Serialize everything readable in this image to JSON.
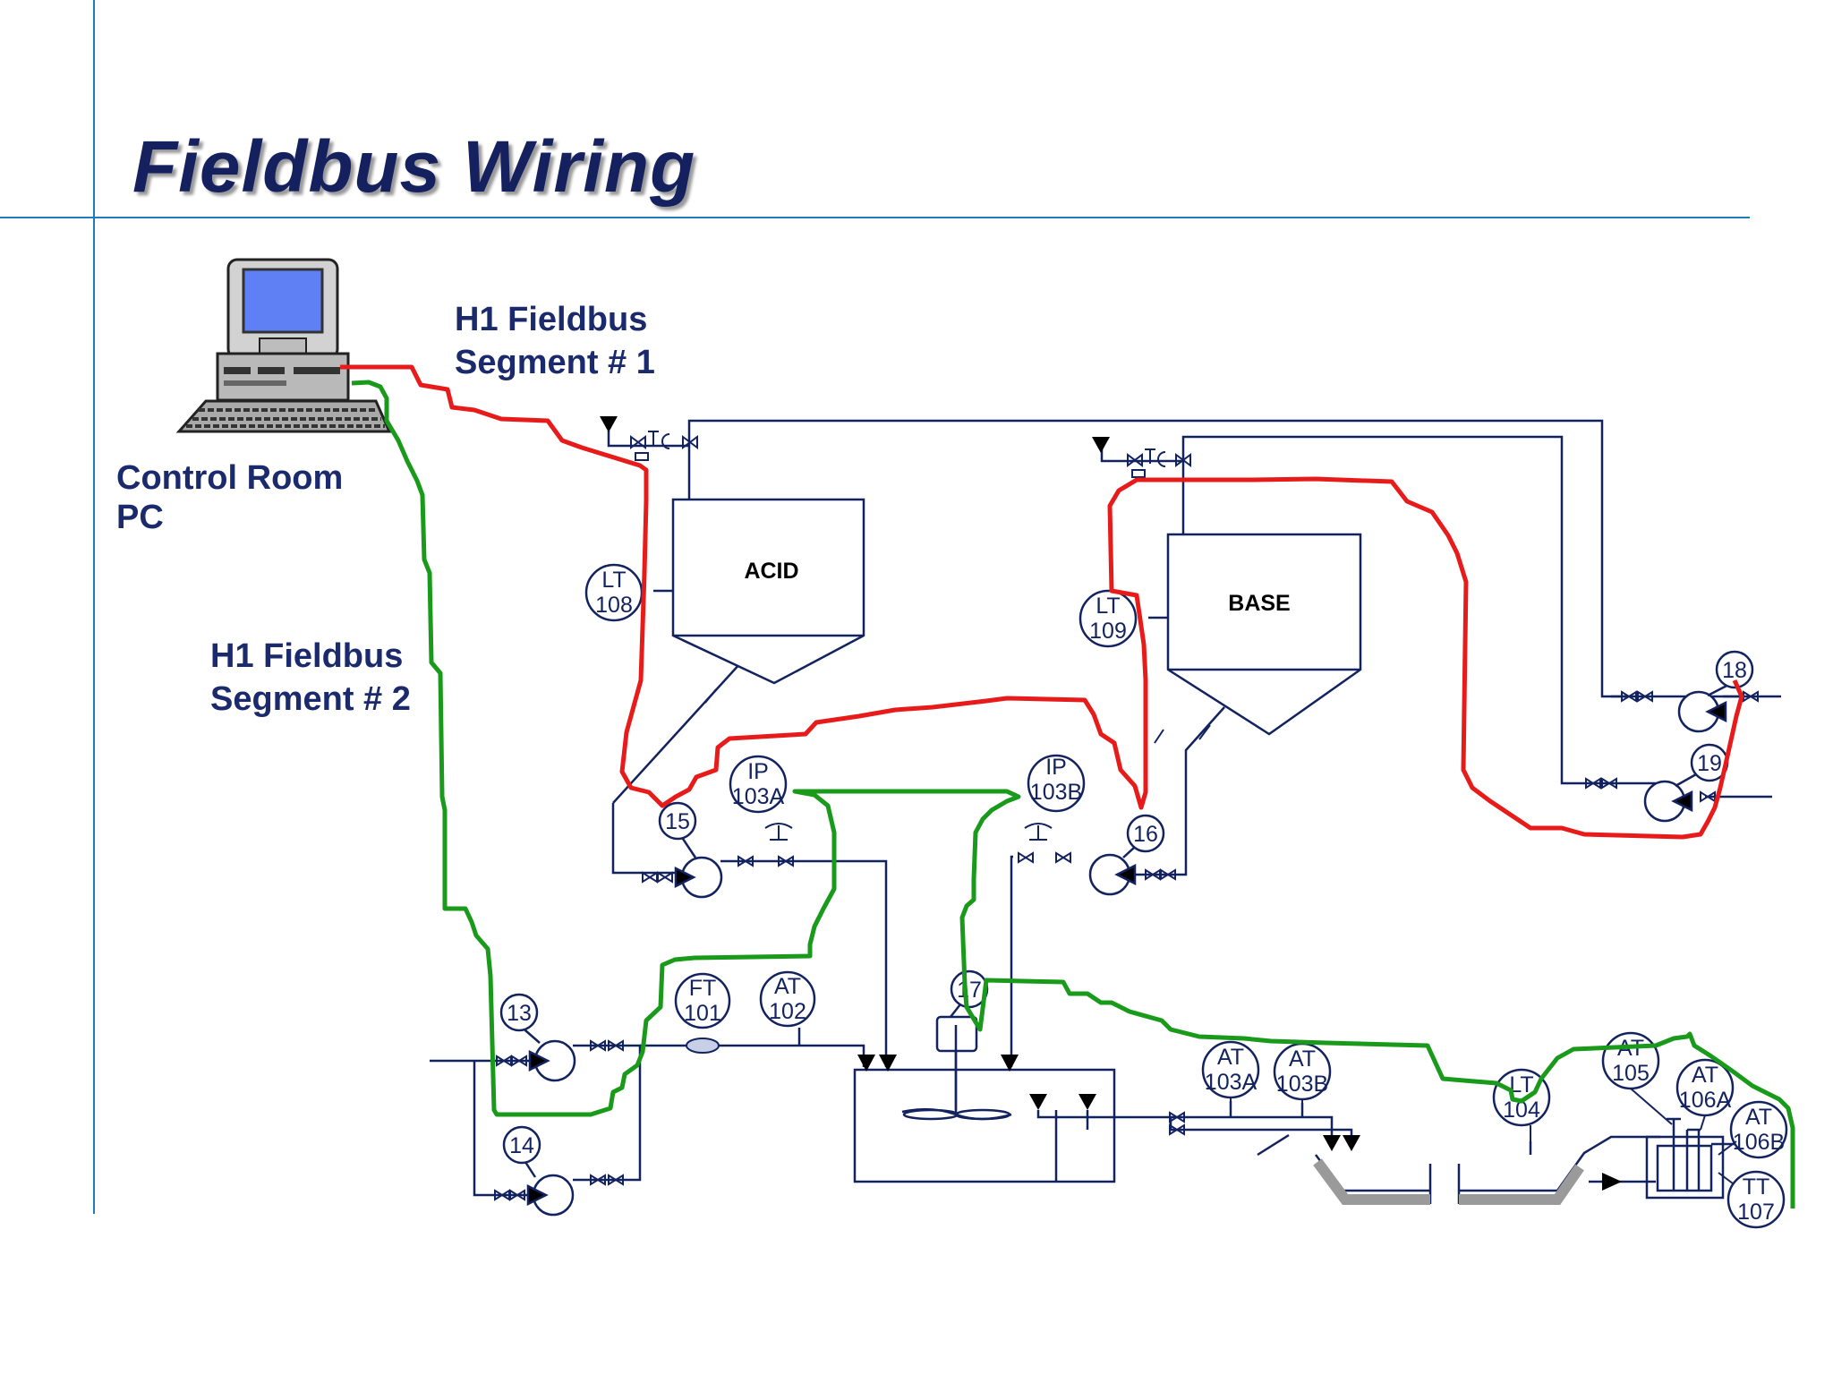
{
  "title": "Fieldbus Wiring",
  "labels": {
    "segment1": [
      "H1 Fieldbus",
      "Segment # 1"
    ],
    "segment2": [
      "H1 Fieldbus",
      "Segment # 2"
    ],
    "control_room": [
      "Control Room",
      "PC"
    ]
  },
  "tanks": {
    "acid": "ACID",
    "base": "BASE"
  },
  "instruments": {
    "lt108": [
      "LT",
      "108"
    ],
    "lt109": [
      "LT",
      "109"
    ],
    "ip103a": [
      "IP",
      "103A"
    ],
    "ip103b": [
      "IP",
      "103B"
    ],
    "ft101": [
      "FT",
      "101"
    ],
    "at102": [
      "AT",
      "102"
    ],
    "at103a": [
      "AT",
      "103A"
    ],
    "at103b": [
      "AT",
      "103B"
    ],
    "lt104": [
      "LT",
      "104"
    ],
    "at105": [
      "AT",
      "105"
    ],
    "at106a": [
      "AT",
      "106A"
    ],
    "at106b": [
      "AT",
      "106B"
    ],
    "tt107": [
      "TT",
      "107"
    ]
  },
  "motors": {
    "m13": "13",
    "m14": "14",
    "m15": "15",
    "m16": "16",
    "m17": "17",
    "m18": "18",
    "m19": "19"
  },
  "colors": {
    "title": "#14215e",
    "label": "#1a2a6c",
    "segment1_wire": "#e81b1b",
    "segment2_wire": "#1a9a1a",
    "piping": "#13235f",
    "guide_lines": "#1f7bbf"
  }
}
